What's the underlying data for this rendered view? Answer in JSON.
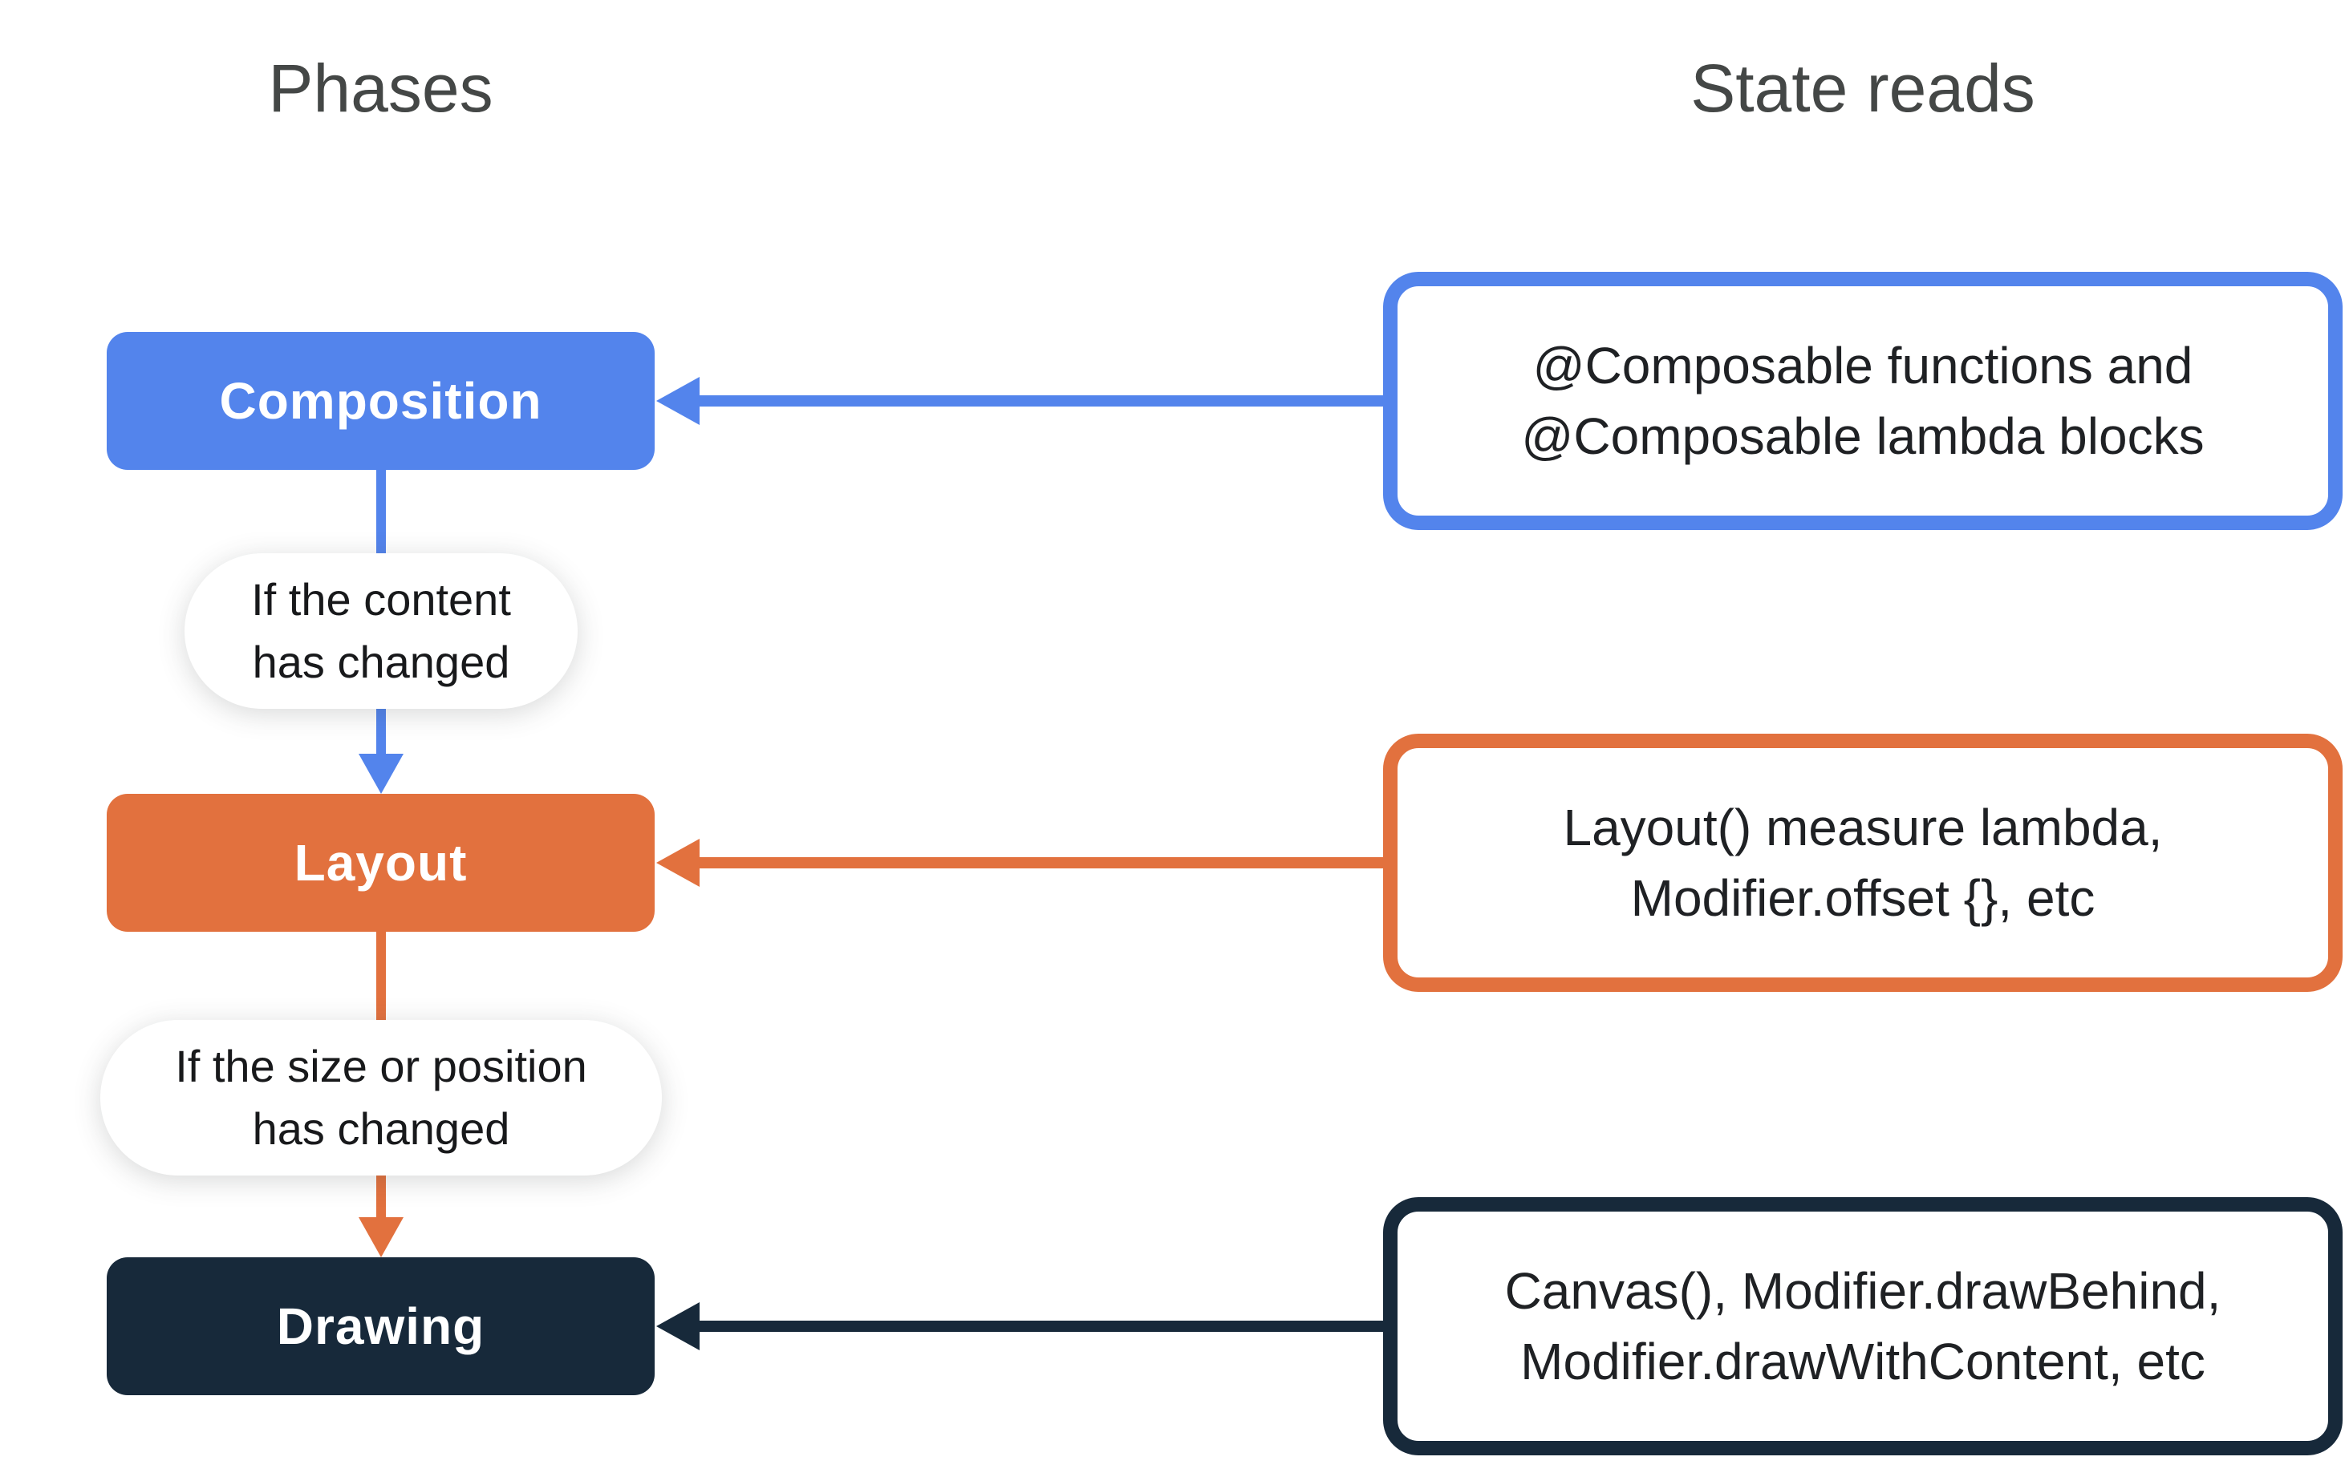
{
  "headers": {
    "phases": "Phases",
    "state_reads": "State reads"
  },
  "colors": {
    "blue": "#5384EC",
    "orange": "#E2713E",
    "navy": "#17293A",
    "heading_text": "#444746",
    "body_text": "#1F2124"
  },
  "phases": [
    {
      "label": "Composition",
      "color": "#5384EC",
      "state_reads": [
        "@Composable functions and",
        "@Composable lambda blocks"
      ]
    },
    {
      "label": "Layout",
      "color": "#E2713E",
      "state_reads": [
        "Layout() measure lambda,",
        "Modifier.offset {}, etc"
      ]
    },
    {
      "label": "Drawing",
      "color": "#17293A",
      "state_reads": [
        "Canvas(), Modifier.drawBehind,",
        "Modifier.drawWithContent, etc"
      ]
    }
  ],
  "transitions": [
    {
      "color": "#5384EC",
      "condition": [
        "If the content",
        "has changed"
      ]
    },
    {
      "color": "#E2713E",
      "condition": [
        "If the size or position",
        "has changed"
      ]
    }
  ]
}
